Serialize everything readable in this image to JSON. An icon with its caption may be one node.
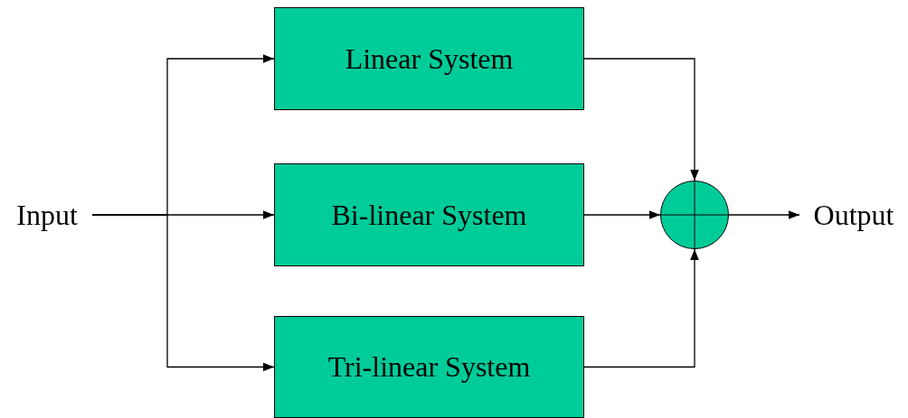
{
  "diagram": {
    "nodes": [
      {
        "text": [
          "Input"
        ]
      },
      {
        "text": [
          "Linear System"
        ]
      },
      {
        "text": [
          "Bi-linear System"
        ]
      },
      {
        "text": [
          "Tri-linear System"
        ]
      },
      {
        "text": [],
        "shape": "circle"
      },
      {
        "text": [
          "Output"
        ]
      }
    ],
    "edges": [
      {
        "from": 0,
        "to": 1,
        "arrow": "to"
      },
      {
        "from": 0,
        "to": 2,
        "arrow": "to"
      },
      {
        "from": 0,
        "to": 3,
        "arrow": "to"
      },
      {
        "from": 1,
        "to": 4,
        "arrow": "to"
      },
      {
        "from": 2,
        "to": 4,
        "arrow": "to"
      },
      {
        "from": 3,
        "to": 4,
        "arrow": "to"
      },
      {
        "from": 4,
        "to": 5,
        "arrow": "to"
      }
    ]
  }
}
